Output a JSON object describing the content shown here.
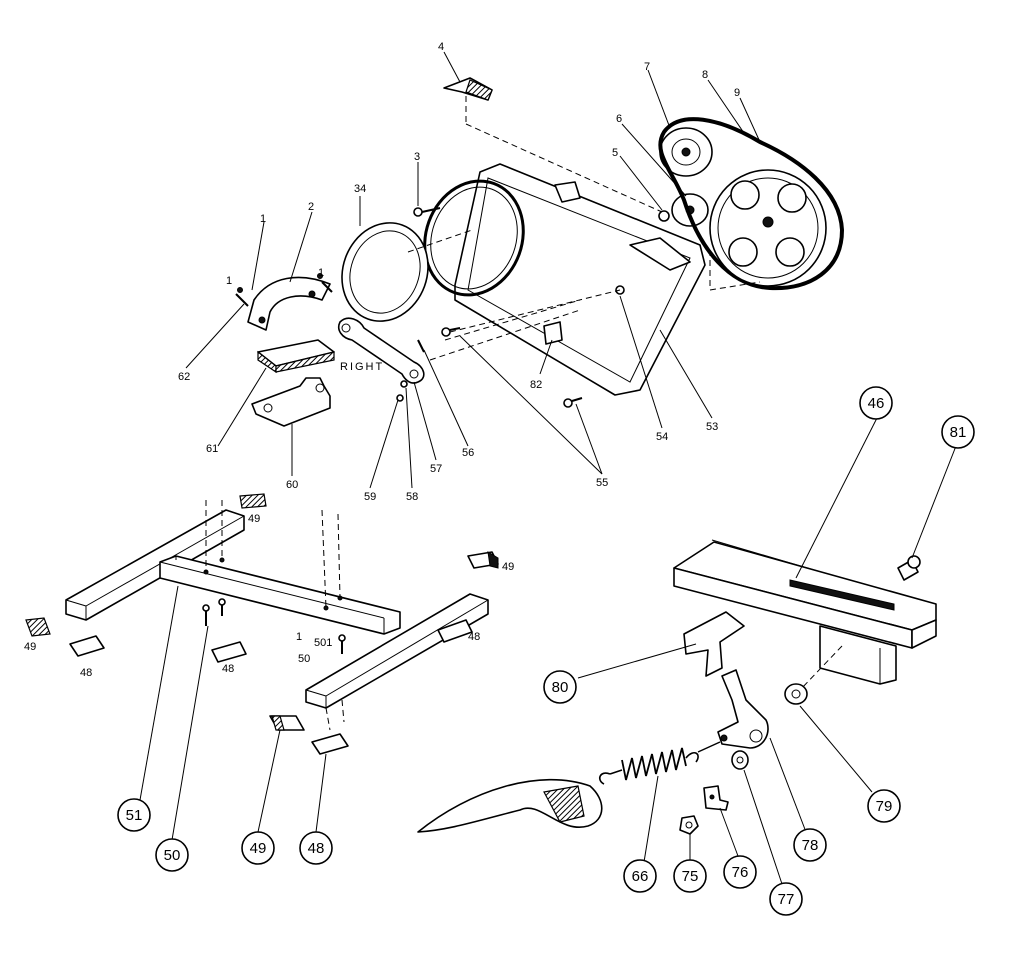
{
  "diagram": {
    "text_labels": {
      "right": "RIGHT",
      "p1": "1",
      "p1b": "1",
      "p1c": "1",
      "p2": "2",
      "p3": "3",
      "p4": "4",
      "p5": "5",
      "p6": "6",
      "p7": "7",
      "p8": "8",
      "p9": "9",
      "p34": "34",
      "p53": "53",
      "p54": "54",
      "p55": "55",
      "p56": "56",
      "p57": "57",
      "p58": "58",
      "p59": "59",
      "p60": "60",
      "p61": "61",
      "p62": "62",
      "p82": "82",
      "p49a": "49",
      "p49b": "49",
      "p49c": "49",
      "p48a": "48",
      "p48b": "48",
      "p48c": "48",
      "p501": "501",
      "p50s": "50",
      "p1d": "1"
    },
    "callouts": {
      "c46": "46",
      "c81": "81",
      "c80": "80",
      "c79": "79",
      "c78": "78",
      "c77": "77",
      "c76": "76",
      "c75": "75",
      "c66": "66",
      "c51": "51",
      "c50": "50",
      "c49": "49",
      "c48": "48"
    }
  }
}
